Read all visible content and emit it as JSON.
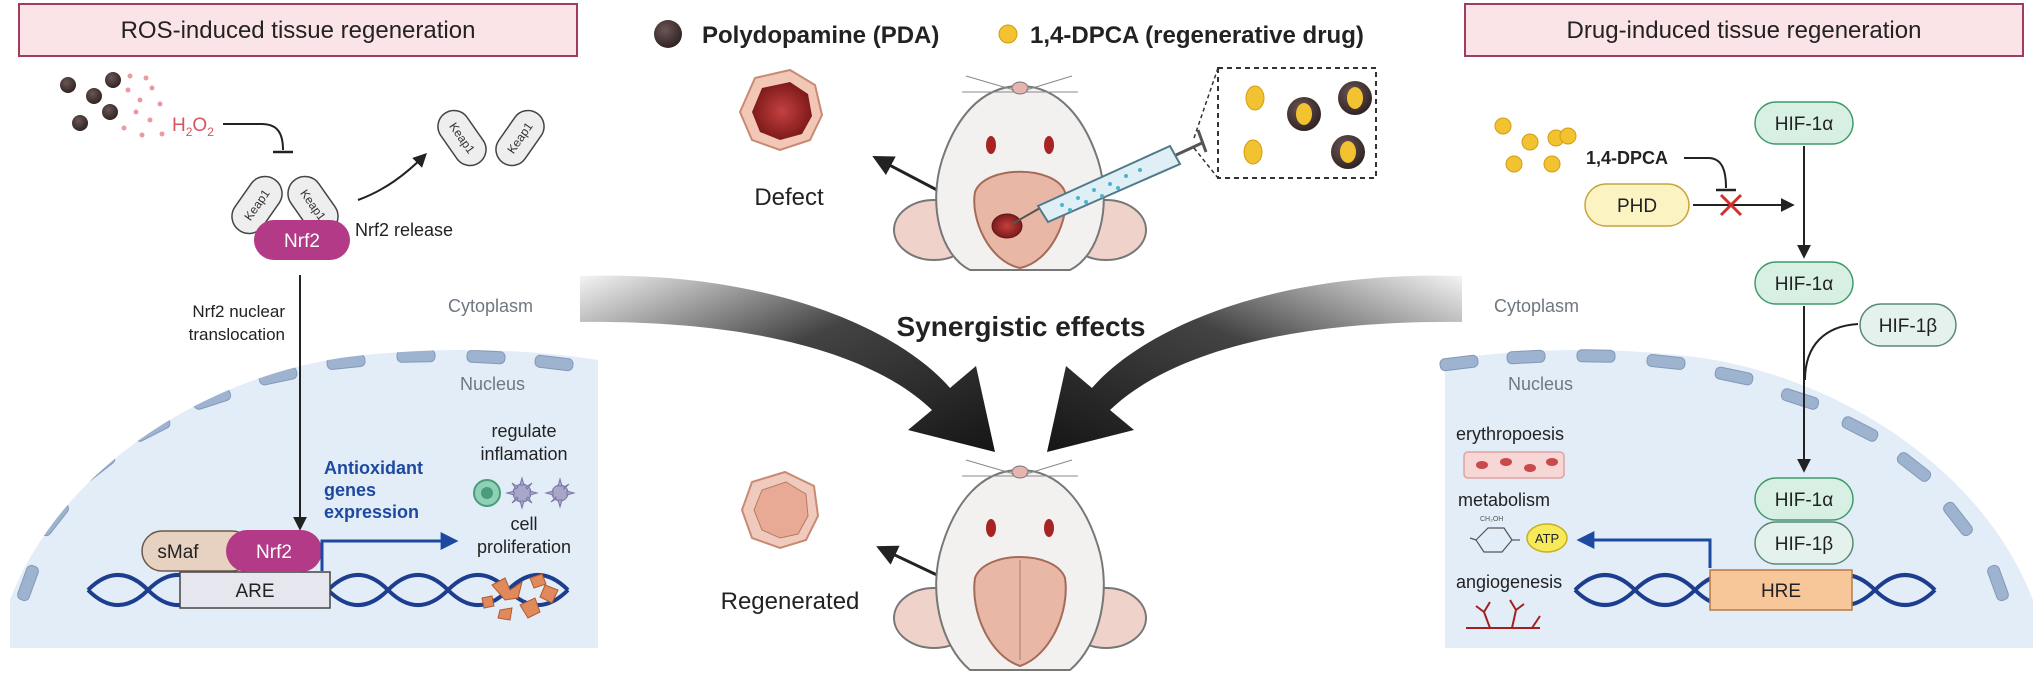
{
  "left_panel": {
    "title": "ROS-induced tissue regeneration",
    "h2o2": {
      "main": "H",
      "sub1": "2",
      "mid": "O",
      "sub2": "2"
    },
    "keap1": "Keap1",
    "nrf2": "Nrf2",
    "nrf2_release": "Nrf2 release",
    "translocation_line1": "Nrf2 nuclear",
    "translocation_line2": "translocation",
    "cytoplasm": "Cytoplasm",
    "nucleus": "Nucleus",
    "smaf": "sMaf",
    "are": "ARE",
    "antioxidant_line1": "Antioxidant",
    "antioxidant_line2": "genes",
    "antioxidant_line3": "expression",
    "effect1_line1": "regulate",
    "effect1_line2": "inflamation",
    "effect2_line1": "cell",
    "effect2_line2": "proliferation"
  },
  "center_panel": {
    "legend_pda": "Polydopamine (PDA)",
    "legend_dpca": "1,4-DPCA (regenerative drug)",
    "defect": "Defect",
    "synergistic": "Synergistic effects",
    "regenerated": "Regenerated"
  },
  "right_panel": {
    "title": "Drug-induced tissue regeneration",
    "dpca": "1,4-DPCA",
    "phd": "PHD",
    "hif1a": "HIF-1α",
    "hif1b": "HIF-1β",
    "cytoplasm": "Cytoplasm",
    "nucleus": "Nucleus",
    "erythropoesis": "erythropoesis",
    "metabolism": "metabolism",
    "atp": "ATP",
    "angiogenesis": "angiogenesis",
    "hre": "HRE",
    "glucose_label": "CH₂OH"
  },
  "colors": {
    "title_bg": "#fbe4e8",
    "title_border": "#a23c5e",
    "nucleus_fill": "#e3edf8",
    "nrf2": "#b23a86",
    "hif_fill": "#d8f0e4",
    "hif_stroke": "#3f9a6a",
    "dpca_yellow": "#f2c231",
    "pda_dark": "#3a2a2a",
    "dna_blue": "#1d3e8f",
    "antioxidant_blue": "#1d4aa0",
    "hre_fill": "#f7c79a",
    "inhibit_red": "#d32f2f"
  }
}
